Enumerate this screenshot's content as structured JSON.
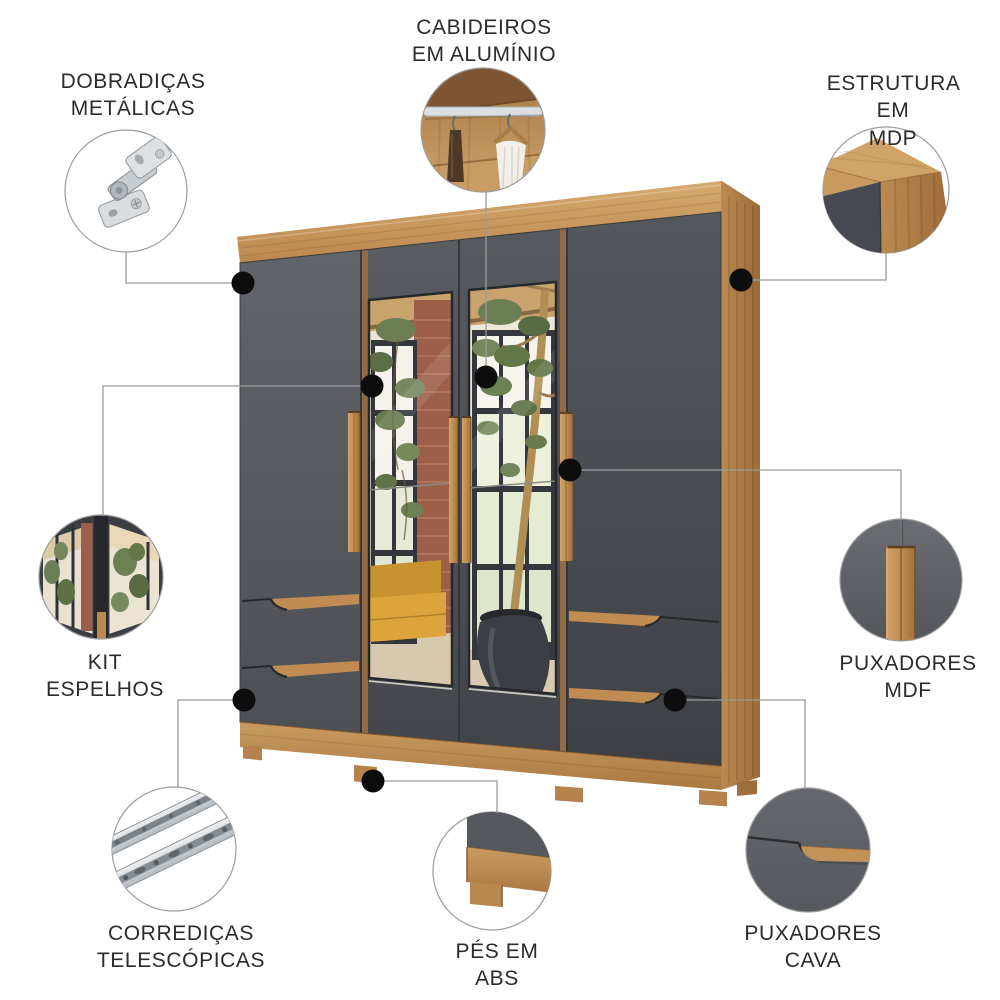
{
  "diagram": {
    "type": "product-feature-callout-diagram",
    "product": "wardrobe",
    "language": "pt-BR",
    "background": "#ffffff"
  },
  "features": [
    {
      "id": "metal-hinges",
      "label": "DOBRADIÇAS\nMETÁLICAS",
      "icon": "cabinet-hinge-icon",
      "position": "top-left"
    },
    {
      "id": "aluminum-rods",
      "label": "CABIDEIROS\nEM ALUMÍNIO",
      "icon": "hanging-rod-icon",
      "position": "top-center"
    },
    {
      "id": "mdp-structure",
      "label": "ESTRUTURA EM\nMDP",
      "icon": "wood-corner-icon",
      "position": "top-right"
    },
    {
      "id": "mirror-kit",
      "label": "KIT\nESPELHOS",
      "icon": "mirror-doors-icon",
      "position": "middle-left"
    },
    {
      "id": "mdf-handles",
      "label": "PUXADORES\nMDF",
      "icon": "wood-handle-icon",
      "position": "middle-right"
    },
    {
      "id": "telescopic-slides",
      "label": "CORREDIÇAS\nTELESCÓPICAS",
      "icon": "drawer-slide-icon",
      "position": "bottom-left"
    },
    {
      "id": "abs-feet",
      "label": "PÉS EM\nABS",
      "icon": "furniture-foot-icon",
      "position": "bottom-center"
    },
    {
      "id": "recessed-handles",
      "label": "PUXADORES\nCAVA",
      "icon": "recessed-handle-icon",
      "position": "bottom-right"
    }
  ],
  "colors": {
    "background": "#ffffff",
    "label_text": "#2b2b2b",
    "connector_line": "#9b9b9b",
    "callout_dot": "#0d0d0d",
    "circle_outline": "#9c9c9c",
    "wood_light": "#d4a76c",
    "wood": "#c08c52",
    "wood_dark": "#a06d39",
    "door_gray": "#4b4e54",
    "door_gray_dark": "#44474d",
    "mirror_tint": "#ebe4d6",
    "brick_red": "#9d5f4a",
    "foliage_green": "#6b7d52",
    "sofa_yellow": "#dda43c",
    "metal": "#c6cbd0"
  }
}
